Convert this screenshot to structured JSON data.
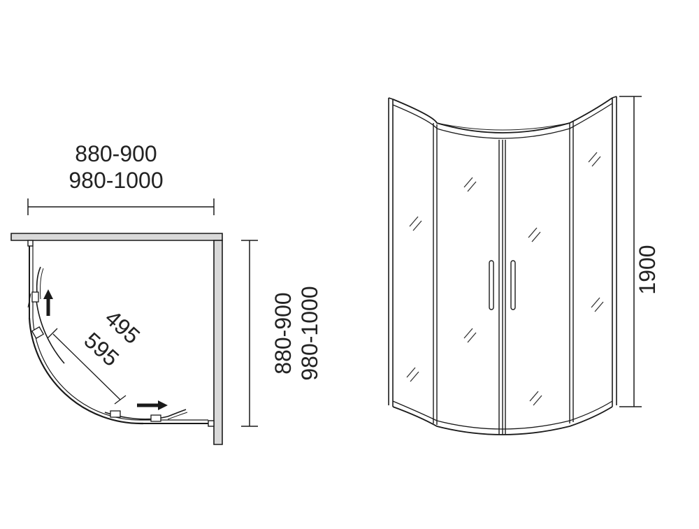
{
  "plan_view": {
    "width_dimension": {
      "line1": "880-900",
      "line2": "980-1000"
    },
    "depth_dimension": {
      "line1": "880-900",
      "line2": "980-1000"
    },
    "door_opening": {
      "line1": "495",
      "line2": "595"
    }
  },
  "elevation_view": {
    "height_dimension": "1900"
  },
  "colors": {
    "line": "#1a1a1a",
    "wall_fill": "#d9d9d9",
    "glass_mark": "#333333"
  }
}
